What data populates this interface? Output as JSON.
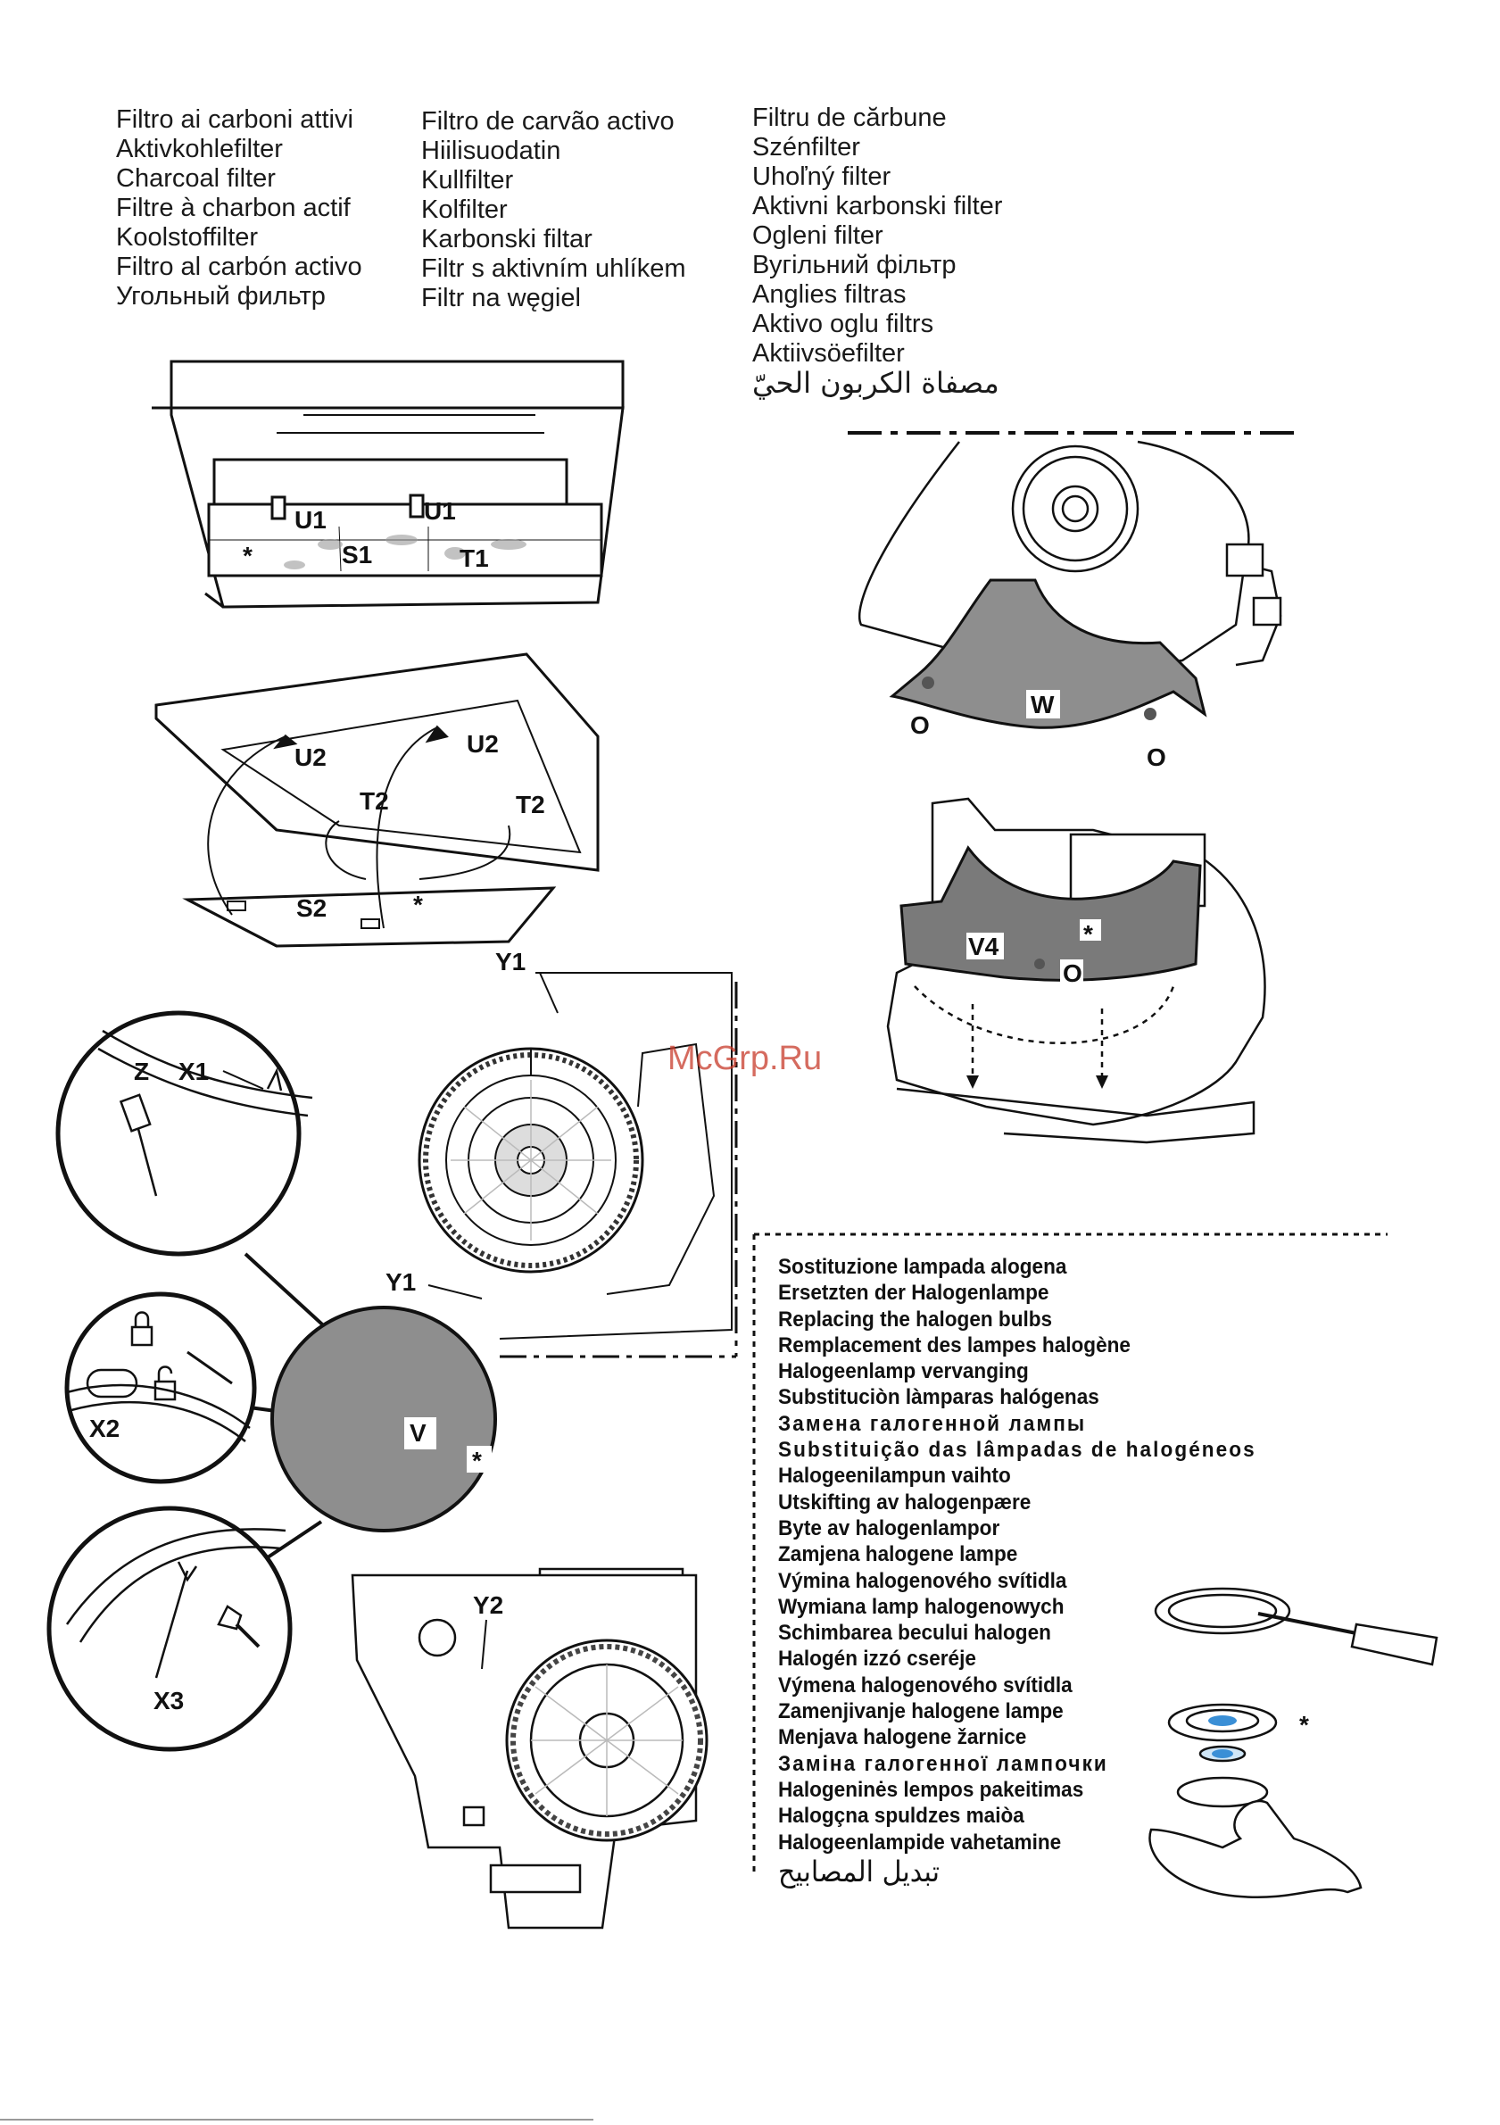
{
  "filter_titles": {
    "col1": [
      "Filtro ai carboni attivi",
      "Aktivkohlefilter",
      "Charcoal filter",
      "Filtre à charbon actif",
      "Koolstoffilter",
      "Filtro al carbón activo",
      "Угольный фильтр"
    ],
    "col2": [
      "Filtro de carvão activo",
      "Hiilisuodatin",
      "Kullfilter",
      "Kolfilter",
      "Karbonski filtar",
      "Filtr s aktivním uhlíkem",
      "Filtr na węgiel"
    ],
    "col3": [
      "Filtru de cărbune",
      "Szénfilter",
      "Uhoľný filter",
      "Aktivni karbonski filter",
      "Ogleni filter",
      "Вугільний фільтр",
      "Anglies filtras",
      "Aktivo oglu filtrs",
      "Aktiivsöefilter"
    ],
    "col3_arabic": "مصفاة الكربون الحيّ"
  },
  "halogen_titles": [
    "Sostituzione lampada alogena",
    "Ersetzten der Halogenlampe",
    "Replacing the halogen bulbs",
    "Remplacement des lampes halogène",
    "Halogeenlamp vervanging",
    "Substituciòn làmparas halógenas",
    "Замена галогенной лампы",
    "Substituição das lâmpadas de halogéneos",
    "Halogeenilampun vaihto",
    "Utskifting av halogenpære",
    "Byte av halogenlampor",
    "Zamjena halogene lampe",
    "Výmina halogenového svítidla",
    "Wymiana lamp halogenowych",
    "Schimbarea becului halogen",
    "Halogén izzó cseréje",
    "Výmena halogenového svítidla",
    "Zamenjivanje halogene lampe",
    "Menjava halogene žarnice",
    "Заміна галогенної лампочки",
    "Halogeninės lempos pakeitimas",
    "Halogçna spuldzes maiòa",
    "Halogeenlampide vahetamine"
  ],
  "halogen_arabic": "تبديل المصابيح",
  "labels": {
    "u1a": "U1",
    "u1b": "U1",
    "s1": "S1",
    "t1": "T1",
    "star": "*",
    "u2a": "U2",
    "u2b": "U2",
    "t2a": "T2",
    "t2b": "T2",
    "s2": "S2",
    "w": "W",
    "o": "O",
    "v4": "V4",
    "y1": "Y1",
    "y2": "Y2",
    "z": "Z",
    "x1": "X1",
    "x2": "X2",
    "x3": "X3",
    "v": "V"
  },
  "watermark": "McGrp.Ru",
  "colors": {
    "filter_gray": "#8e8e8e",
    "dark_gray": "#7a7a7a",
    "line": "#111111",
    "watermark": "#c83a2a",
    "bulb_blue": "#3a8fd6"
  }
}
